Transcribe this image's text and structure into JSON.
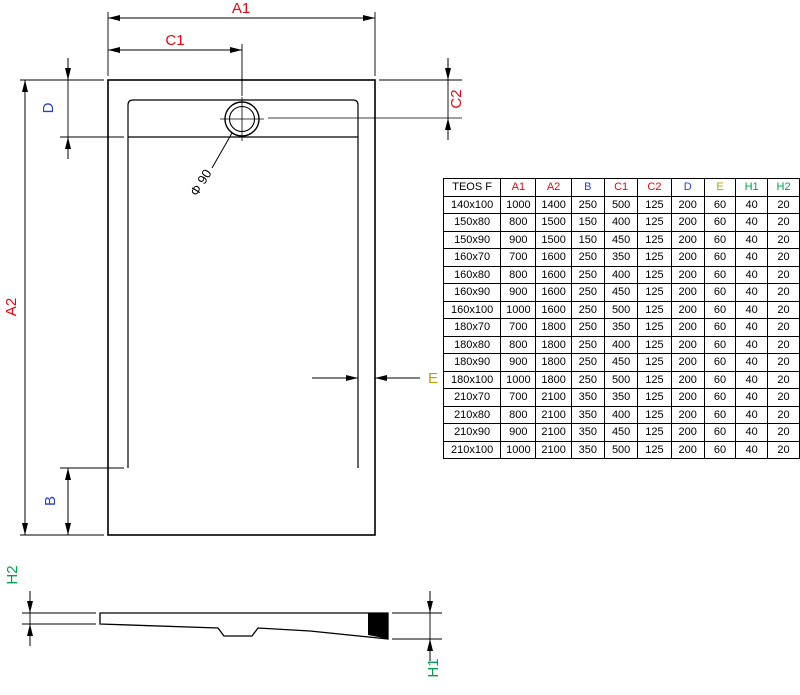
{
  "colors": {
    "black": "#000000",
    "red": "#e30613",
    "blue": "#2740c9",
    "olive": "#b2a400",
    "green": "#00a14b"
  },
  "drawing": {
    "labels": {
      "a1": "A1",
      "a2": "A2",
      "b": "B",
      "c1": "C1",
      "c2": "C2",
      "d": "D",
      "e": "E",
      "h1": "H1",
      "h2": "H2",
      "drain": "Φ 90"
    }
  },
  "table": {
    "header": [
      "TEOS F",
      "A1",
      "A2",
      "B",
      "C1",
      "C2",
      "D",
      "E",
      "H1",
      "H2"
    ],
    "header_colors": [
      "black",
      "red",
      "red",
      "blue",
      "red",
      "red",
      "blue",
      "olive",
      "green",
      "green"
    ],
    "rows": [
      [
        "140x100",
        1000,
        1400,
        250,
        500,
        125,
        200,
        60,
        40,
        20
      ],
      [
        "150x80",
        800,
        1500,
        150,
        400,
        125,
        200,
        60,
        40,
        20
      ],
      [
        "150x90",
        900,
        1500,
        150,
        450,
        125,
        200,
        60,
        40,
        20
      ],
      [
        "160x70",
        700,
        1600,
        250,
        350,
        125,
        200,
        60,
        40,
        20
      ],
      [
        "160x80",
        800,
        1600,
        250,
        400,
        125,
        200,
        60,
        40,
        20
      ],
      [
        "160x90",
        900,
        1600,
        250,
        450,
        125,
        200,
        60,
        40,
        20
      ],
      [
        "160x100",
        1000,
        1600,
        250,
        500,
        125,
        200,
        60,
        40,
        20
      ],
      [
        "180x70",
        700,
        1800,
        250,
        350,
        125,
        200,
        60,
        40,
        20
      ],
      [
        "180x80",
        800,
        1800,
        250,
        400,
        125,
        200,
        60,
        40,
        20
      ],
      [
        "180x90",
        900,
        1800,
        250,
        450,
        125,
        200,
        60,
        40,
        20
      ],
      [
        "180x100",
        1000,
        1800,
        250,
        500,
        125,
        200,
        60,
        40,
        20
      ],
      [
        "210x70",
        700,
        2100,
        350,
        350,
        125,
        200,
        60,
        40,
        20
      ],
      [
        "210x80",
        800,
        2100,
        350,
        400,
        125,
        200,
        60,
        40,
        20
      ],
      [
        "210x90",
        900,
        2100,
        350,
        450,
        125,
        200,
        60,
        40,
        20
      ],
      [
        "210x100",
        1000,
        2100,
        350,
        500,
        125,
        200,
        60,
        40,
        20
      ]
    ]
  }
}
